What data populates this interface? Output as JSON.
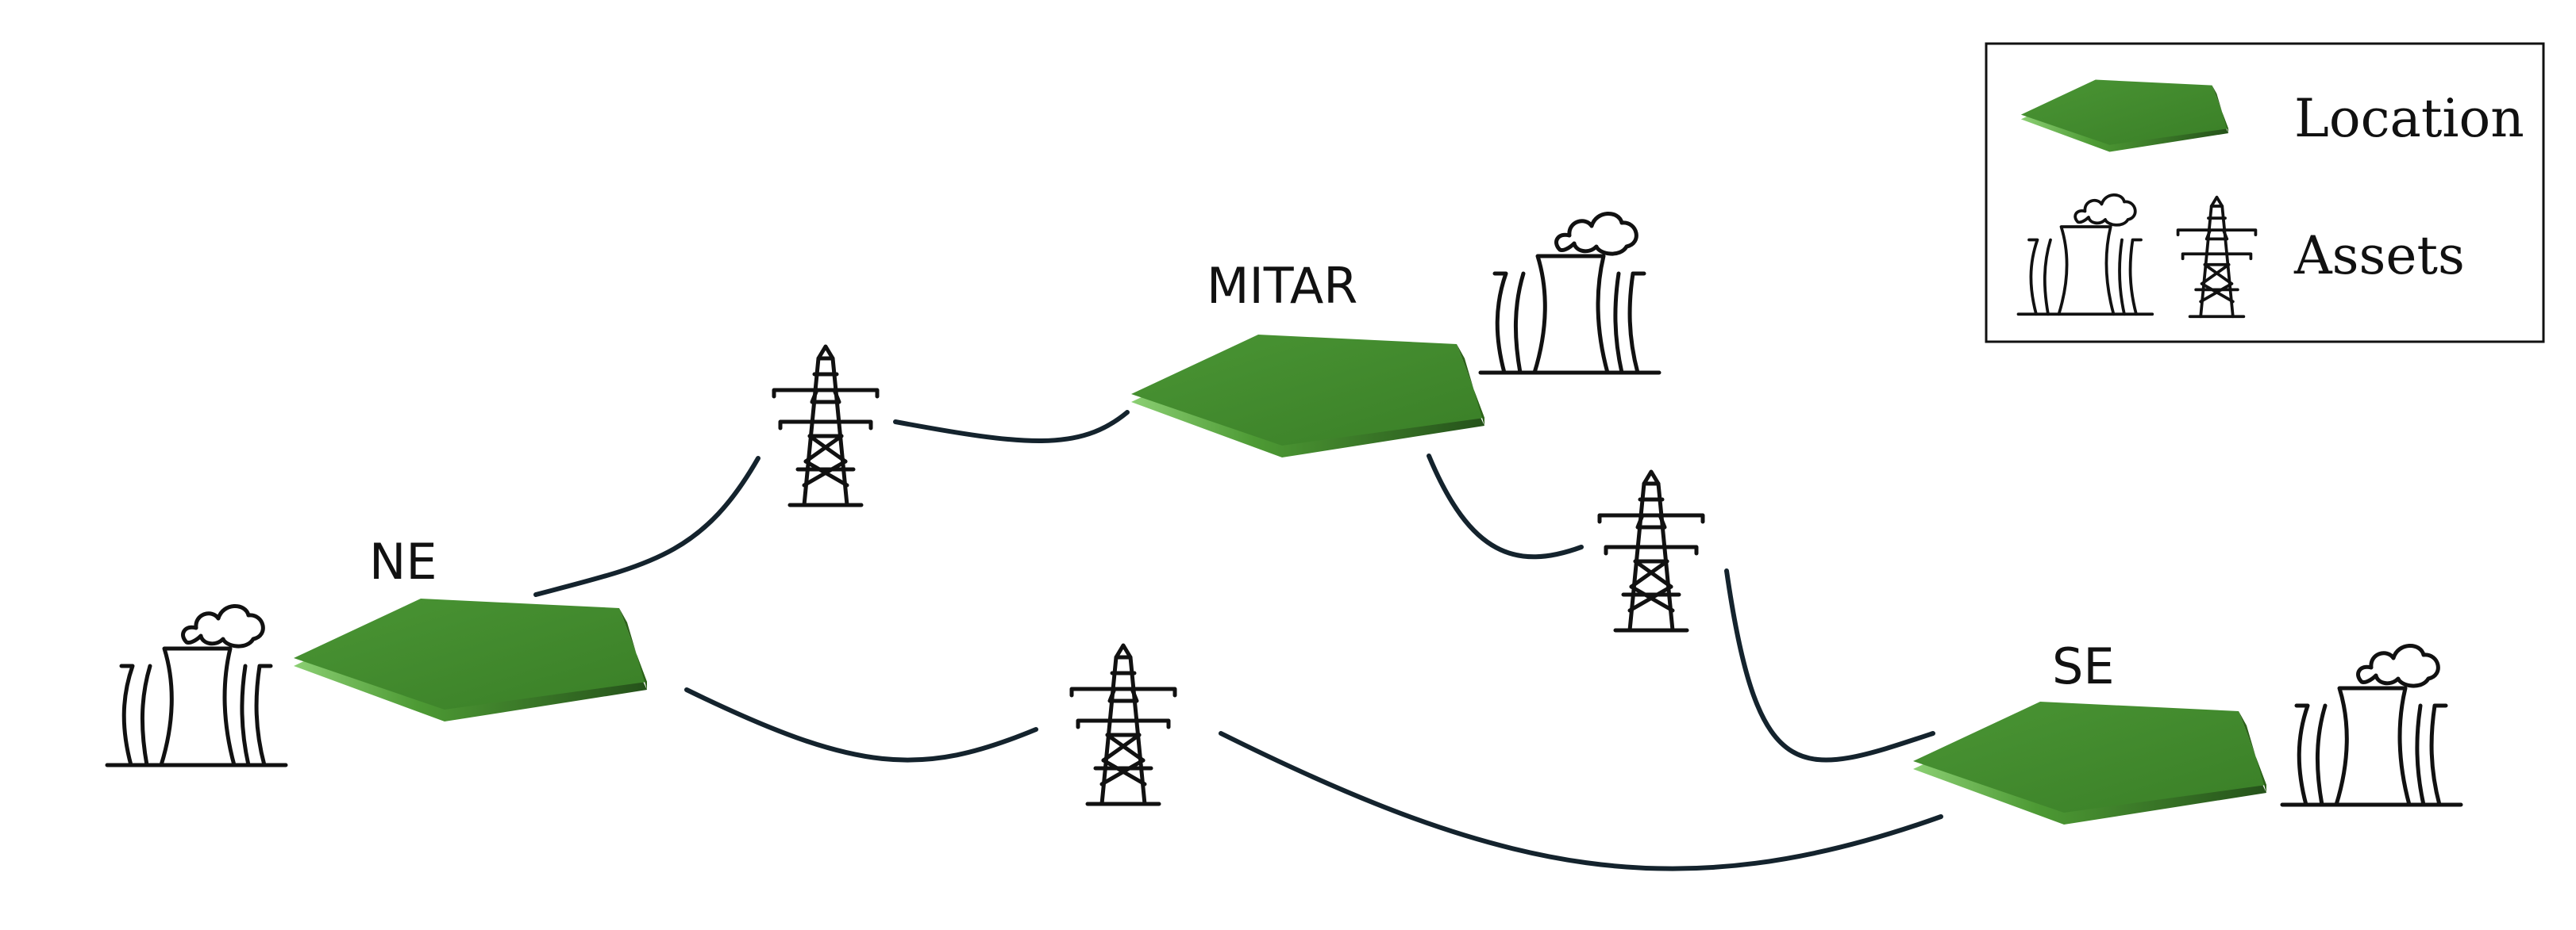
{
  "locations": [
    {
      "id": "ne",
      "label": "NE"
    },
    {
      "id": "mitar",
      "label": "MITAR"
    },
    {
      "id": "se",
      "label": "SE"
    }
  ],
  "legend": {
    "location_label": "Location",
    "assets_label": "Assets"
  },
  "icons": {
    "location": "pentagon-platform-icon",
    "power_plant": "cooling-tower-plant-icon",
    "pylon": "transmission-tower-icon"
  },
  "colors": {
    "location_top": "#3f8a2b",
    "location_side": "#2f6a1c",
    "location_edge": "#7fc46a",
    "wire": "#14232d"
  }
}
